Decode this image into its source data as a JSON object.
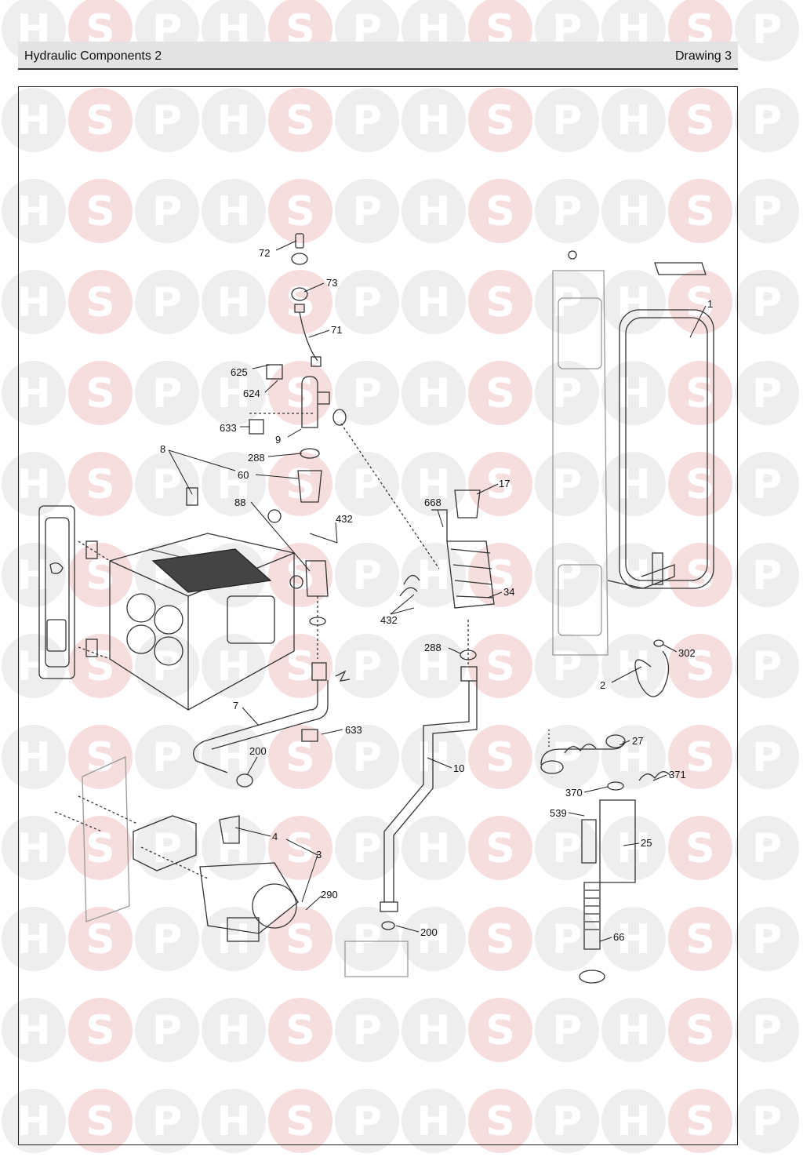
{
  "header": {
    "title": "Hydraulic Components 2",
    "drawing": "Drawing 3"
  },
  "watermark": {
    "letters": [
      "H",
      "S",
      "P"
    ],
    "colors": {
      "grey": "#eeeeee",
      "pink": "#f7dede"
    }
  },
  "callouts": {
    "c72": "72",
    "c73": "73",
    "c71": "71",
    "c625": "625",
    "c624": "624",
    "c633a": "633",
    "c9": "9",
    "c288a": "288",
    "c8": "8",
    "c60": "60",
    "c88": "88",
    "c432a": "432",
    "c668": "668",
    "c17": "17",
    "c34": "34",
    "c432b": "432",
    "c288b": "288",
    "c1": "1",
    "c302": "302",
    "c2": "2",
    "c7": "7",
    "c633b": "633",
    "c200a": "200",
    "c10": "10",
    "c27": "27",
    "c371": "371",
    "c370": "370",
    "c539": "539",
    "c25": "25",
    "c4": "4",
    "c3": "3",
    "c290": "290",
    "c200b": "200",
    "c66": "66"
  }
}
